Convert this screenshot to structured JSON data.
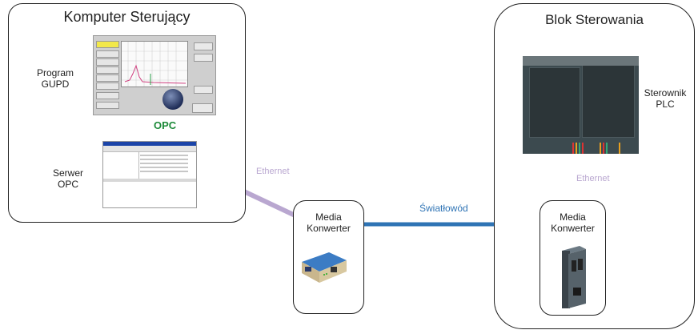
{
  "groups": {
    "komputer": {
      "title": "Komputer Sterujący"
    },
    "blok": {
      "title": "Blok Sterowania"
    }
  },
  "labels": {
    "program": "Program\nGUPD",
    "serwer": "Serwer\nOPC",
    "opc_link": "OPC",
    "sterownik": "Sterownik\nPLC",
    "ethernet_left": "Ethernet",
    "ethernet_right": "Ethernet",
    "swiatlowod": "Światłowód"
  },
  "converters": {
    "left": "Media\nKonwerter",
    "right": "Media\nKonwerter"
  },
  "colors": {
    "opc_link": "#1e8a6e",
    "opc_text": "#1e8a3a",
    "ethernet": "#b9a7d0",
    "fiber": "#2f74b5",
    "ethernet_text": "#b9a7d0",
    "fiber_text": "#2f74b5"
  },
  "icons": {
    "gupd": "program-gupd-screenshot",
    "opc_server": "opc-server-screenshot",
    "plc": "plc-controller-photo",
    "converter_left": "media-converter-device",
    "converter_right": "media-converter-device"
  }
}
